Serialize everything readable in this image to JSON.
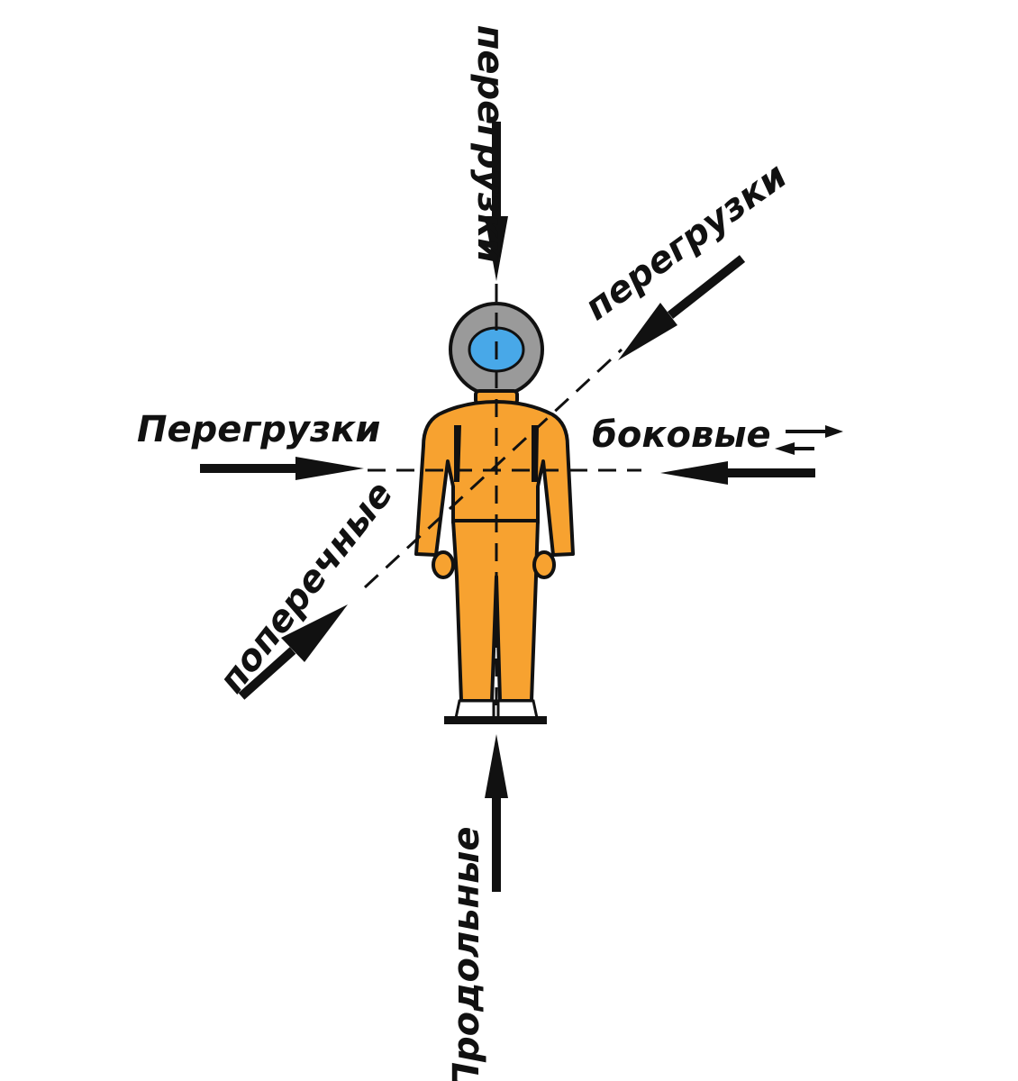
{
  "diagram": {
    "labels": {
      "top": "перегрузки",
      "upper_right": "перегрузки",
      "left": "Перегрузки",
      "right": "боковые",
      "lower_left": "поперечные",
      "bottom": "Продольные"
    },
    "colors": {
      "suit": "#f7a230",
      "visor": "#48a8e8",
      "helmet": "#9a9a9a",
      "ink": "#111111"
    },
    "icons": {
      "figure": "cosmonaut-in-spacesuit-icon",
      "arrow": "force-arrow-icon"
    }
  }
}
